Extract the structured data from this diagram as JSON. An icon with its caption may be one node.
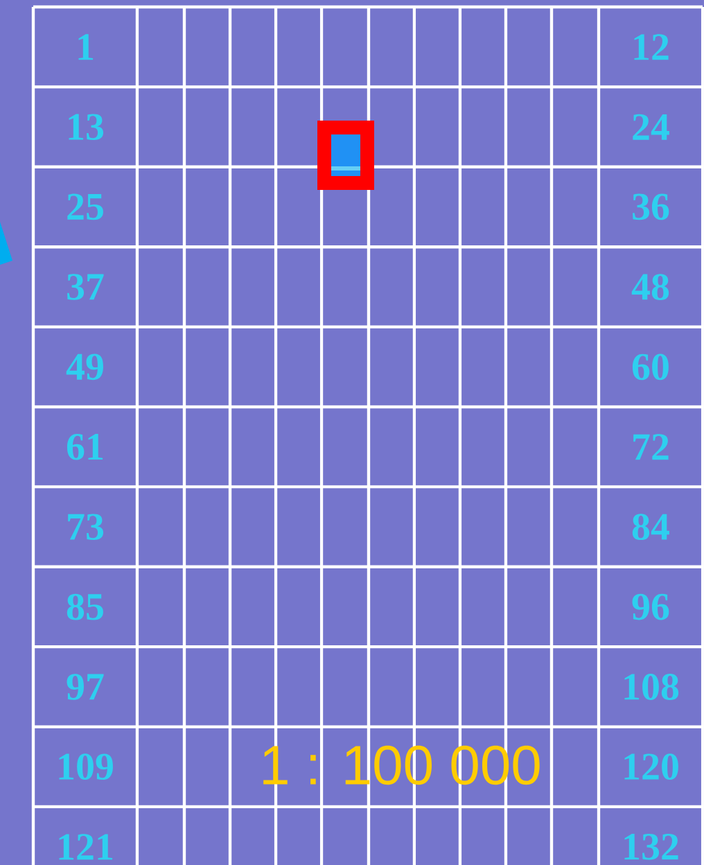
{
  "diagram": {
    "labels": [
      "1",
      "12",
      "13",
      "24",
      "25",
      "36",
      "37",
      "48",
      "49",
      "60",
      "61",
      "72",
      "73",
      "84",
      "85",
      "96",
      "97",
      "108",
      "109",
      "120",
      "121",
      "132",
      "1 : 100 000"
    ]
  }
}
